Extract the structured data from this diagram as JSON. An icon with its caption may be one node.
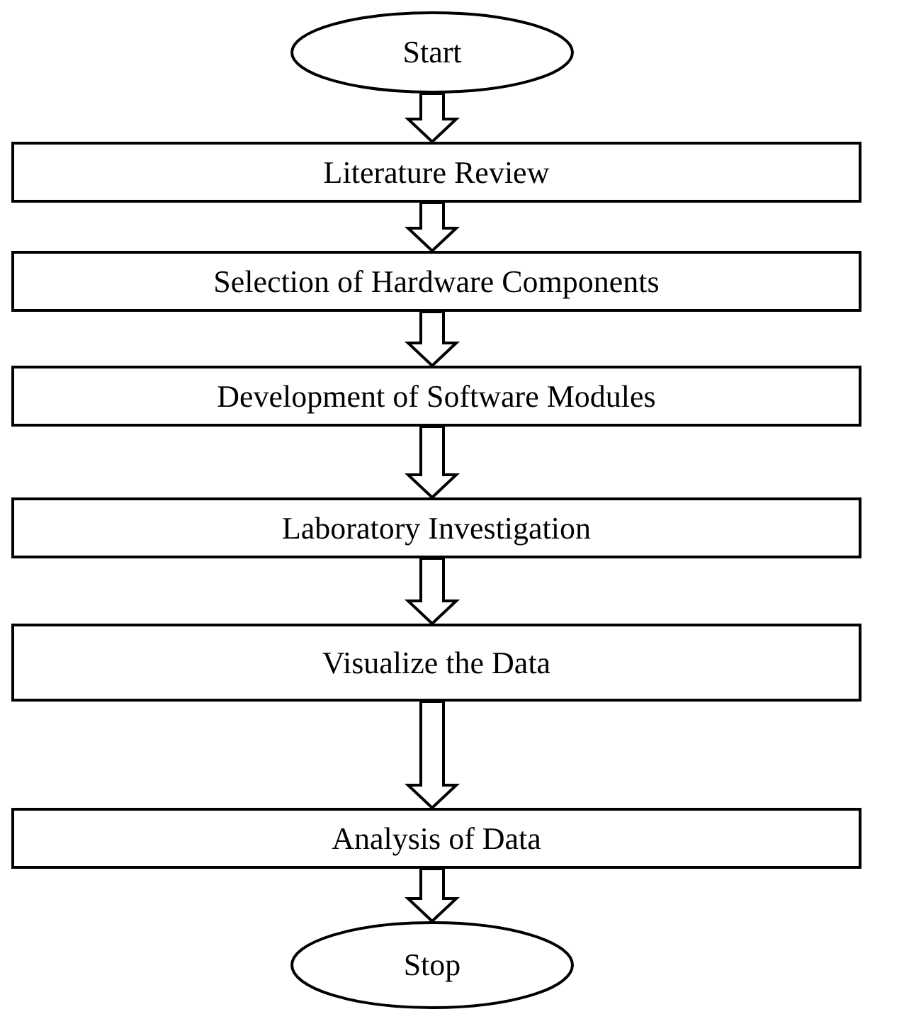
{
  "diagram": {
    "nodes": [
      {
        "text": [
          "Start"
        ]
      },
      {
        "text": [
          "Literature Review"
        ]
      },
      {
        "text": [
          "Selection of Hardware Components"
        ]
      },
      {
        "text": [
          "Development of Software Modules"
        ]
      },
      {
        "text": [
          "Laboratory Investigation"
        ]
      },
      {
        "text": [
          "Visualize the Data"
        ]
      },
      {
        "text": [
          "Analysis of Data"
        ]
      },
      {
        "text": [
          "Stop"
        ]
      }
    ],
    "edges": [
      {
        "from": 0,
        "to": 1,
        "arrow": "to"
      },
      {
        "from": 1,
        "to": 2,
        "arrow": "to"
      },
      {
        "from": 2,
        "to": 3,
        "arrow": "to"
      },
      {
        "from": 3,
        "to": 4,
        "arrow": "to"
      },
      {
        "from": 4,
        "to": 5,
        "arrow": "to"
      },
      {
        "from": 5,
        "to": 6,
        "arrow": "to"
      },
      {
        "from": 6,
        "to": 7,
        "arrow": "to"
      }
    ]
  }
}
